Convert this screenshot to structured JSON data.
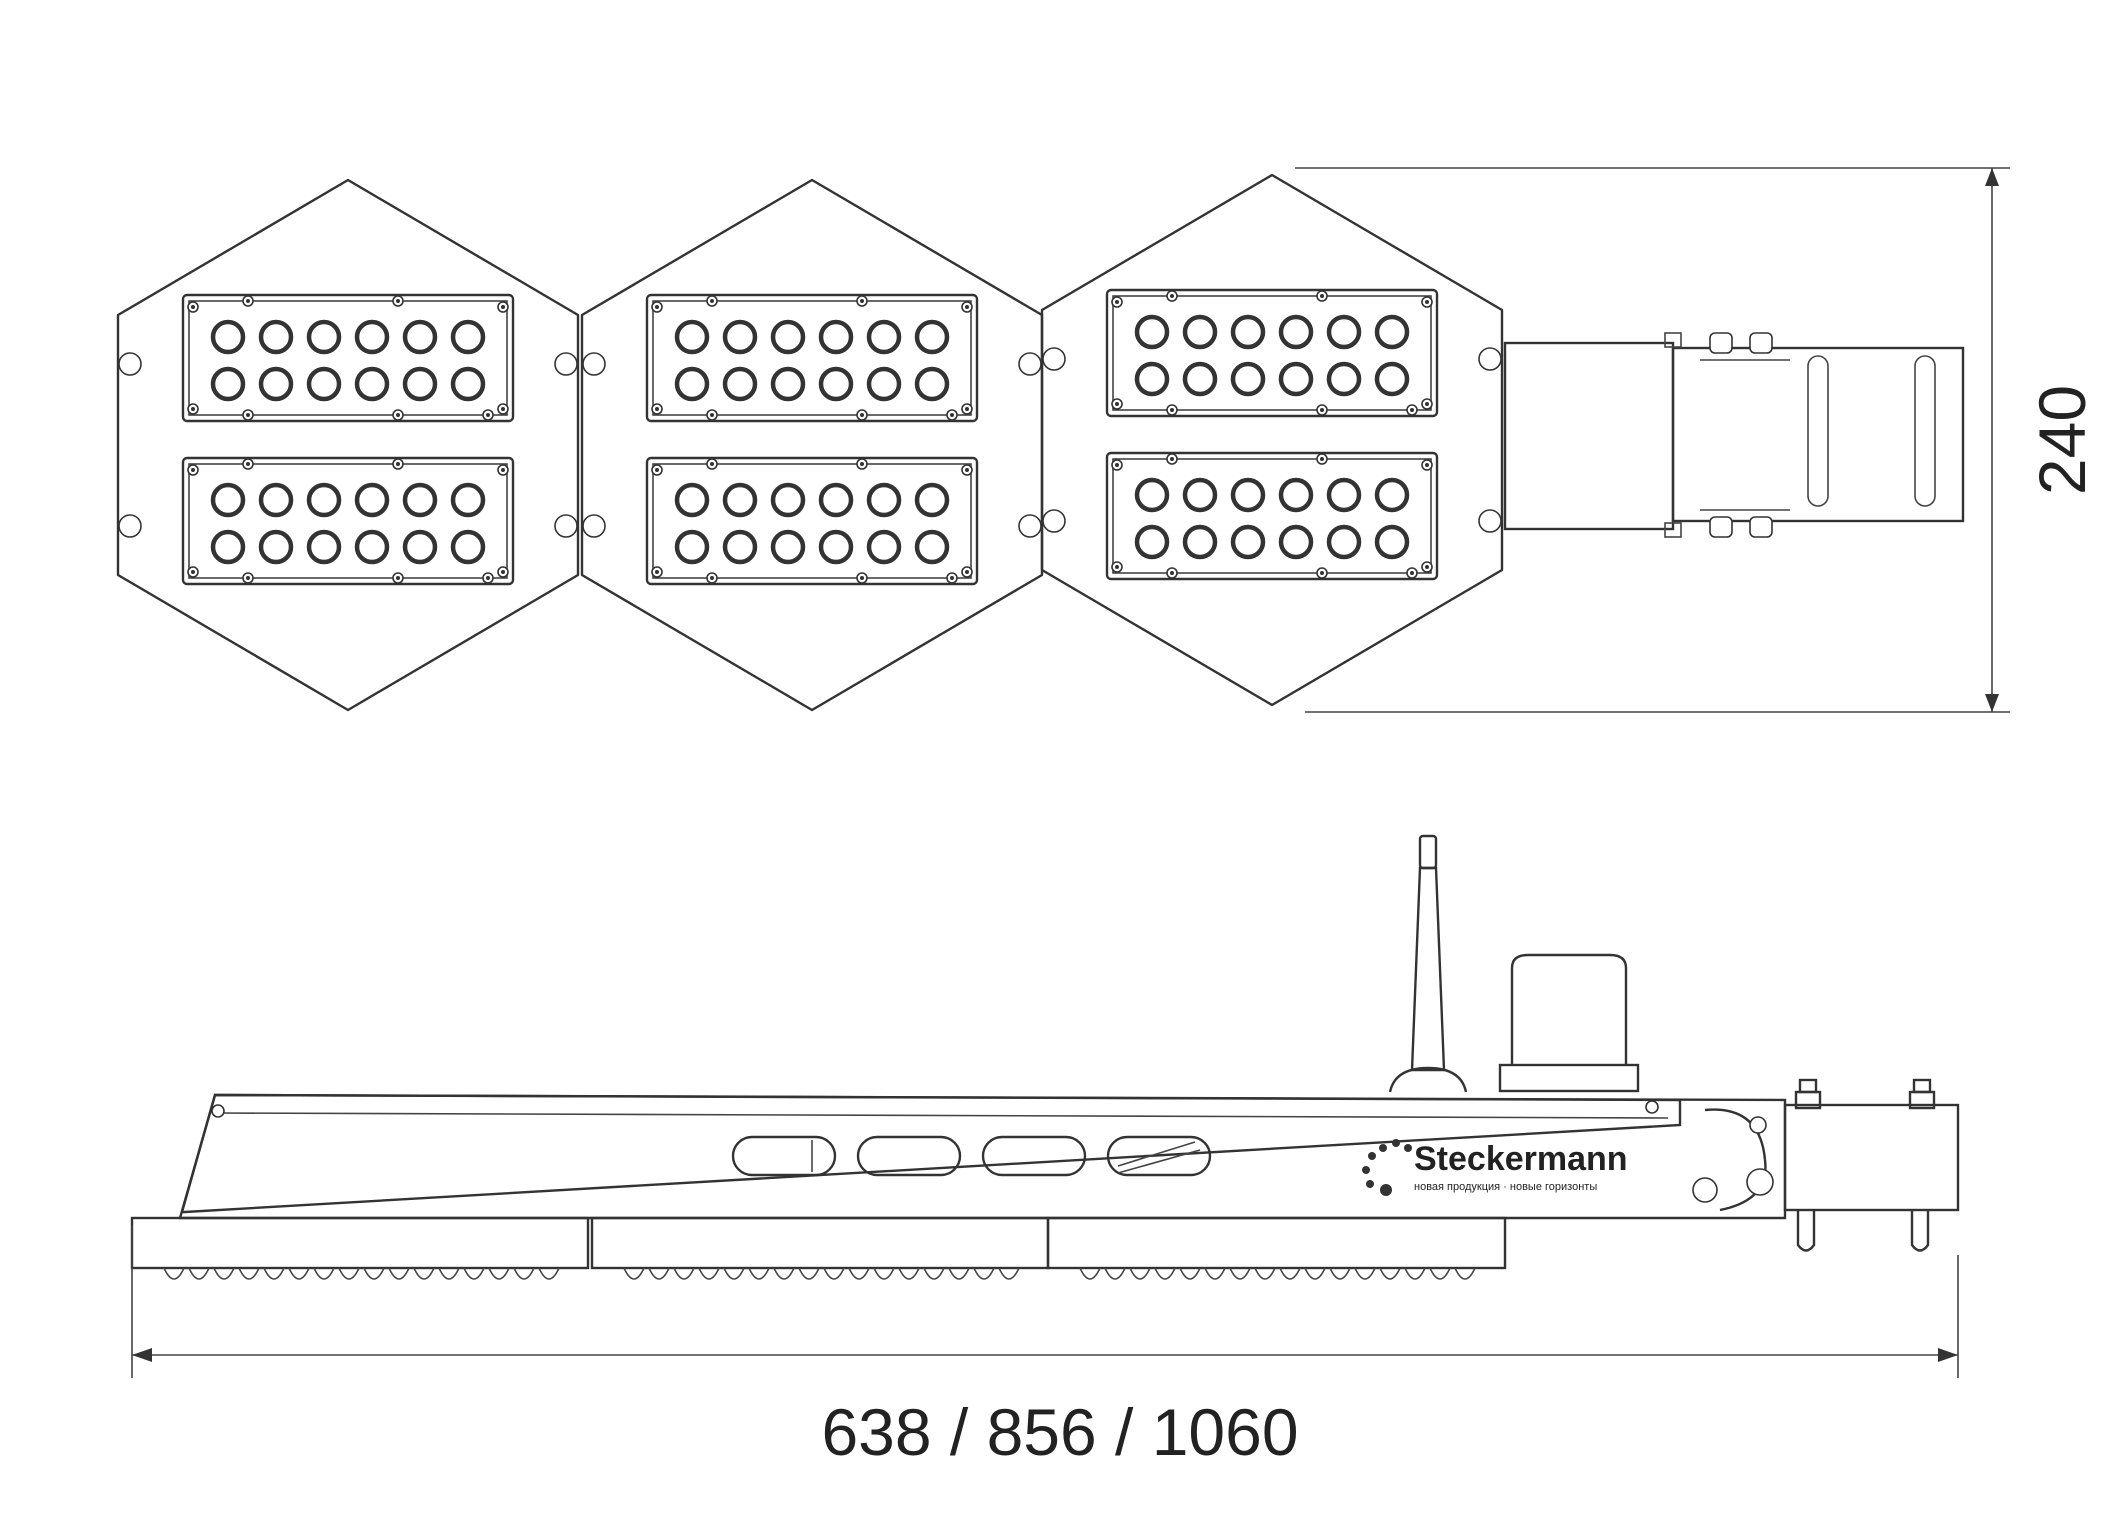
{
  "drawing": {
    "width_dimension": "638 / 856 / 1060",
    "height_dimension": "240",
    "brand_logo": "Steckermann",
    "brand_tagline": "новая продукция · новые горизонты"
  },
  "colors": {
    "line": "#333333",
    "background": "#ffffff"
  }
}
